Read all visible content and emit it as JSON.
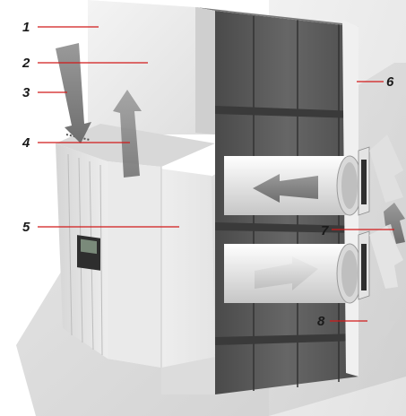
{
  "colors": {
    "leader_line": "#d11a1a",
    "callout_text": "#1a1a1a",
    "background_shadow": "#d9d9d9",
    "insulation_block": "#5b5b5b",
    "unit_housing": "#ececec",
    "duct_pipe": "#e6e6e6",
    "airflow_arrow": "#8a8a8a"
  },
  "callouts": [
    {
      "id": "1",
      "label": "1"
    },
    {
      "id": "2",
      "label": "2"
    },
    {
      "id": "3",
      "label": "3"
    },
    {
      "id": "4",
      "label": "4"
    },
    {
      "id": "5",
      "label": "5"
    },
    {
      "id": "6",
      "label": "6"
    },
    {
      "id": "7",
      "label": "7"
    },
    {
      "id": "8",
      "label": "8"
    }
  ],
  "icons": {
    "ventilation_unit": "ventilation-unit-illustration",
    "wall": "insulated-wall-illustration",
    "duct": "air-duct-illustration"
  }
}
